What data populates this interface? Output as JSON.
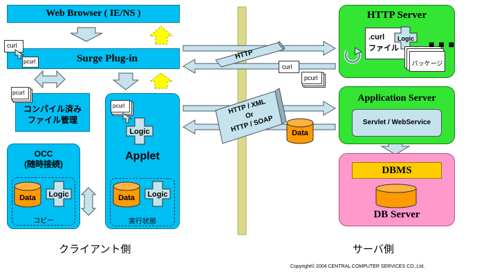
{
  "client": {
    "browser": "Web Browser ( IE/NS )",
    "plugin": "Surge Plug-in",
    "compiled_files": "コンパイル済み\nファイル管理",
    "occ_title": "OCC\n(随時接続)",
    "occ_sub": "コピー",
    "applet_title": "Applet",
    "applet_sub": "実行状態",
    "caption": "クライアント側"
  },
  "server": {
    "http_title": "HTTP Server",
    "curl_file": ".curl\nファイル",
    "package": "パッケージ",
    "app_title": "Application Server",
    "servlet": "Servlet / WebService",
    "dbms": "DBMS",
    "db_title": "DB Server",
    "caption": "サーバ側"
  },
  "labels": {
    "curl": "curl",
    "pcurl": "pcurl",
    "logic": "Logic",
    "data": "Data",
    "http": "HTTP",
    "http_xml": "HTTP / XML\nOr\nHTTP / SOAP"
  },
  "copyright": "Copyright© 2004 CENTRAL COMPUTER SERVICES CO.,Ltd.",
  "colors": {
    "client_blue": "#00bff3",
    "server_green": "#33e633",
    "db_pink": "#ff99cc",
    "data_orange": "#ff9a00",
    "dbms_yellow": "#ffcc00",
    "arrow_fill": "#c4e3ec",
    "arrow_up_yellow": "#ffff00"
  }
}
